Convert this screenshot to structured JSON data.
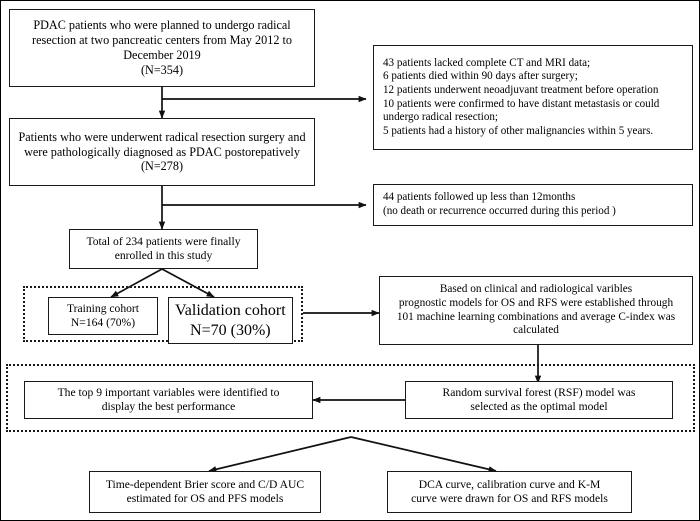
{
  "diagram": {
    "title": "PDAC patient enrollment and prognostic model development flowchart",
    "type": "flowchart",
    "colors": {
      "background": "#ffffff",
      "stroke": "#1a1a1a",
      "text": "#000000"
    }
  },
  "nodes": {
    "enrollment_source": {
      "text": "PDAC patients who were planned to undergo radical\nresection at two pancreatic centers from May 2012 to\nDecember 2019\n(N=354)",
      "count": 354
    },
    "exclusion_one": {
      "text": "43 patients lacked complete CT and MRI data;\n6 patients died within 90 days after surgery;\n12 patients underwent neoadjuvant treatment before operation\n10 patients were confirmed to have distant metastasis or could\nundergo radical resection;\n5 patients had a history of other malignancies within 5 years."
    },
    "post_resection": {
      "text": "Patients who were underwent radical resection surgery and\nwere pathologically diagnosed as PDAC postorepatively\n(N=278)",
      "count": 278
    },
    "exclusion_two": {
      "text": "44 patients followed up less than 12months\n(no death or recurrence occurred during this period )"
    },
    "final_enrolled": {
      "text": "Total of 234 patients were finally\nenrolled in this study",
      "count": 234
    },
    "training_cohort": {
      "text": "Training cohort\nN=164 (70%)",
      "count": 164,
      "percent": "70%"
    },
    "validation_cohort": {
      "text": "Validation cohort\nN=70 (30%)",
      "count": 70,
      "percent": "30%"
    },
    "model_building": {
      "text": "Based on clinical and radiological varibles\nprognostic models for OS and RFS were established through\n101 machine learning combinations and average C-index was\ncalculated"
    },
    "top_variables": {
      "text": "The top 9 important variables were identified to\ndisplay the best performance"
    },
    "rsf_model": {
      "text": "Random survival forest (RSF) model was\nselected as the optimal model"
    },
    "brier_auc": {
      "text": "Time-dependent Brier score and C/D AUC\nestimated for OS and PFS models"
    },
    "dca_km": {
      "text": "DCA curve, calibration curve and K-M\ncurve were drawn for OS and RFS models"
    }
  }
}
